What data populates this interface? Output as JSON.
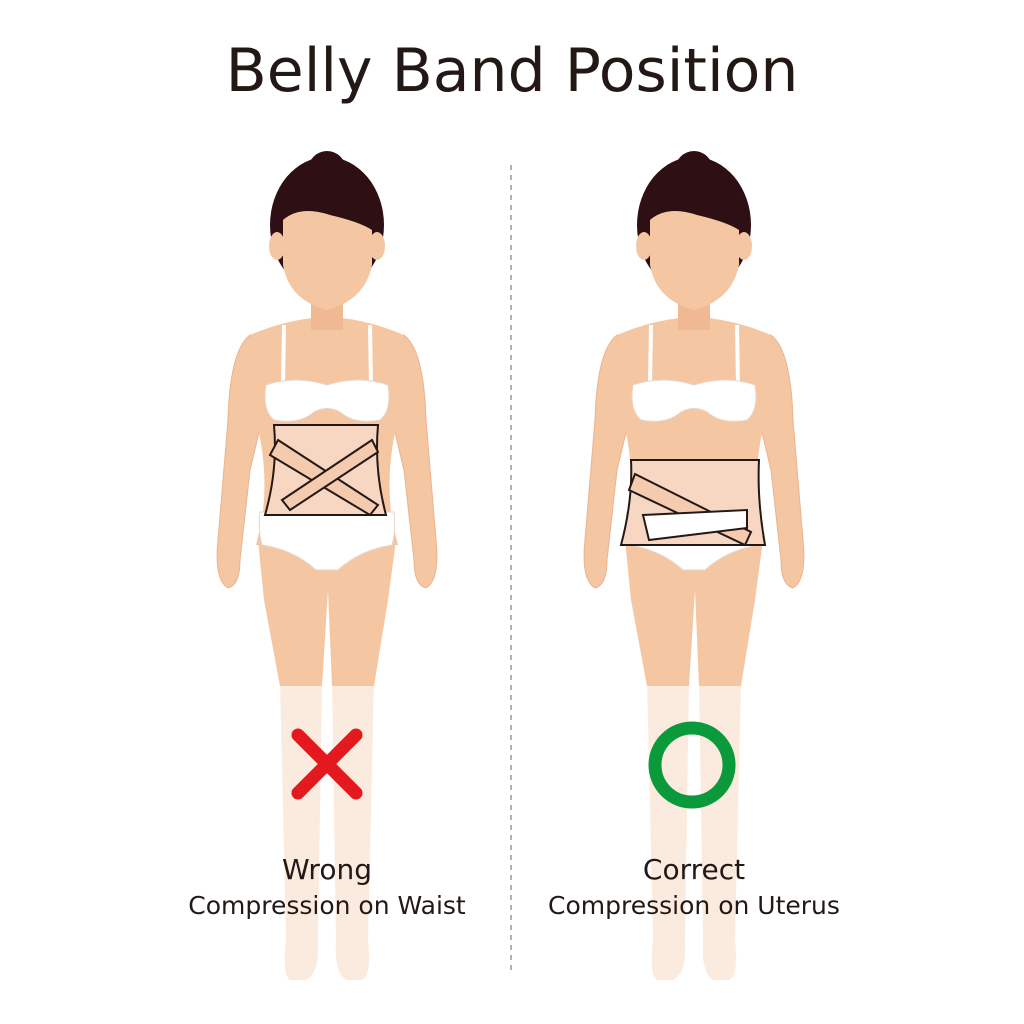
{
  "title": "Belly Band Position",
  "panels": [
    {
      "verdict": "Wrong",
      "description": "Compression on Waist",
      "mark_icon": "cross-icon",
      "mark_color": "#e3191e"
    },
    {
      "verdict": "Correct",
      "description": "Compression on Uterus",
      "mark_icon": "circle-icon",
      "mark_color": "#0a9a3c"
    }
  ],
  "colors": {
    "skin": "#f5c6a2",
    "hair": "#2e0f14",
    "text": "#231815"
  }
}
